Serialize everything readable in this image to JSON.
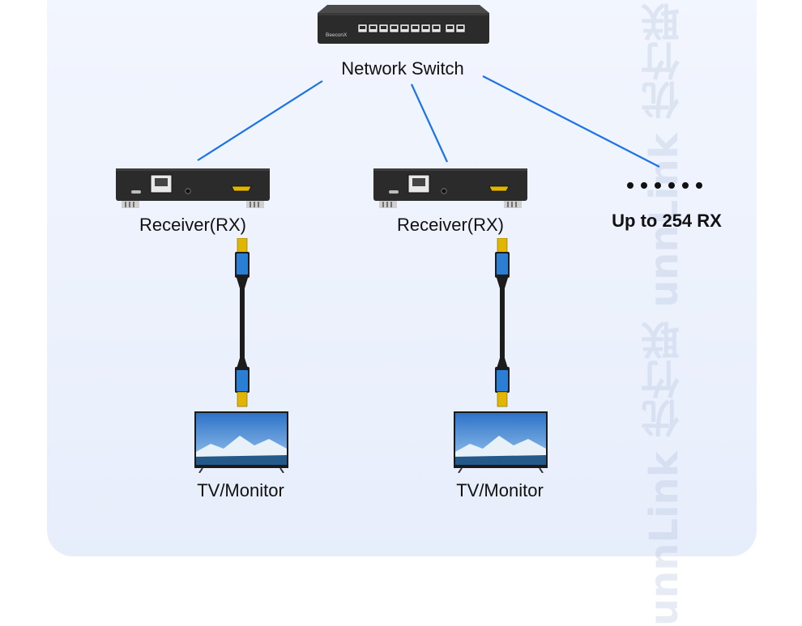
{
  "labels": {
    "switch": "Network Switch",
    "rx_left": "Receiver(RX)",
    "rx_middle": "Receiver(RX)",
    "more_rx": "Up to 254 RX",
    "tv_left": "TV/Monitor",
    "tv_middle": "TV/Monitor"
  },
  "device_text": {
    "switch_brand": "BeeconX"
  },
  "watermark": "unnLink 优竹联 unnLink 优竹联",
  "colors": {
    "link_line": "#1a73e8",
    "panel_bg": "#eef2fc",
    "device_body": "#2b2b2b",
    "hdmi_blue": "#2a7fd4",
    "hdmi_gold": "#e2b600"
  },
  "icons": [
    "network-switch-icon",
    "receiver-box-icon",
    "hdmi-cable-icon",
    "tv-monitor-icon",
    "ellipsis-dots-icon"
  ]
}
